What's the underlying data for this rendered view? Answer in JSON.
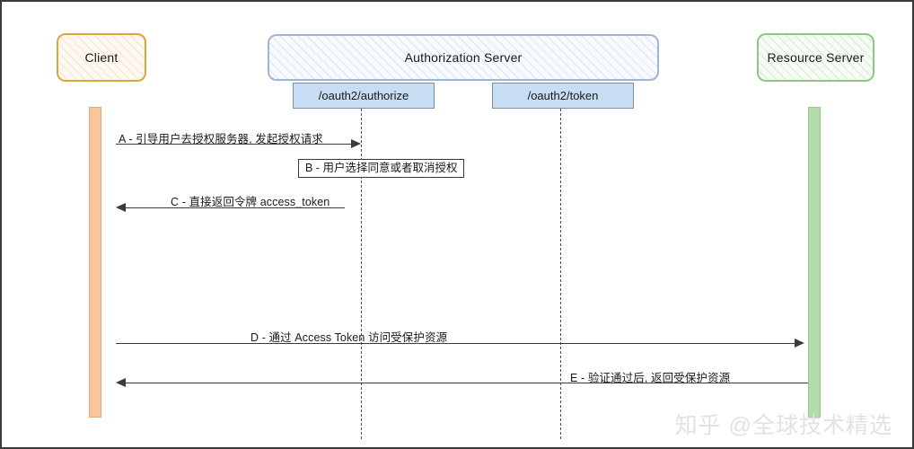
{
  "diagram": {
    "title": "OAuth2 Implicit Flow Sequence Diagram",
    "participants": [
      {
        "id": "client",
        "label": "Client",
        "border_color": "#d7a93a",
        "fill_color": "#fdf8f1"
      },
      {
        "id": "authorization-server",
        "label": "Authorization Server",
        "border_color": "#9fb6cf",
        "fill_color": "#f7faff"
      },
      {
        "id": "resource-server",
        "label": "Resource Server",
        "border_color": "#91c489",
        "fill_color": "#f6fbf5"
      }
    ],
    "endpoints": [
      {
        "id": "authorize",
        "label": "/oauth2/authorize",
        "fill_color": "#c6ddf3"
      },
      {
        "id": "token",
        "label": "/oauth2/token",
        "fill_color": "#c6ddf3"
      }
    ],
    "activations": [
      {
        "id": "client-activation",
        "color": "#f7c69a"
      },
      {
        "id": "resource-activation",
        "color": "#b3dcaa"
      }
    ],
    "messages": [
      {
        "id": "A",
        "label": "A - 引导用户去授权服务器, 发起授权请求",
        "from": "client",
        "to": "authorize",
        "direction": "right",
        "style": "solid"
      },
      {
        "id": "B",
        "label": "B - 用户选择同意或者取消授权",
        "from": "authorize",
        "to": "authorize",
        "direction": "self",
        "style": "note"
      },
      {
        "id": "C",
        "label": "C - 直接返回令牌  access_token",
        "from": "authorize",
        "to": "client",
        "direction": "left",
        "style": "solid"
      },
      {
        "id": "D",
        "label": "D - 通过 Access Token 访问受保护资源",
        "from": "client",
        "to": "resource-server",
        "direction": "right",
        "style": "solid"
      },
      {
        "id": "E",
        "label": "E - 验证通过后, 返回受保护资源",
        "from": "resource-server",
        "to": "client",
        "direction": "left",
        "style": "solid"
      }
    ]
  },
  "watermark": {
    "text": "知乎 @全球技术精选",
    "color": "#e2e2e2"
  }
}
